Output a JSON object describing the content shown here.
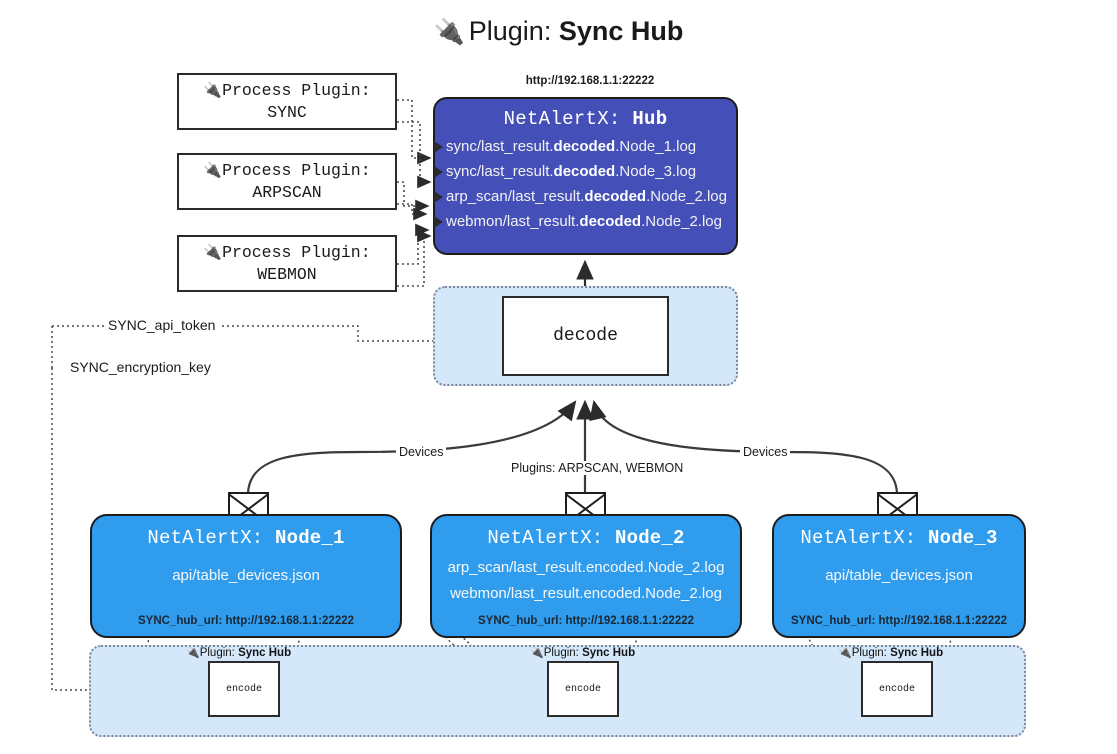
{
  "title": {
    "icon": "plug-icon",
    "glyph": "🔌",
    "prefix": "Plugin: ",
    "name": "Sync Hub"
  },
  "process_plugins": [
    {
      "icon": "plug-icon",
      "glyph": "🔌",
      "line1": "Process Plugin:",
      "line2": "SYNC"
    },
    {
      "icon": "plug-icon",
      "glyph": "🔌",
      "line1": "Process Plugin:",
      "line2": "ARPSCAN"
    },
    {
      "icon": "plug-icon",
      "glyph": "🔌",
      "line1": "Process Plugin:",
      "line2": "WEBMON"
    }
  ],
  "hub": {
    "url": "http://192.168.1.1:22222",
    "title_prefix": "NetAlertX: ",
    "title_name": "Hub",
    "rows": [
      {
        "pre": "sync/last_result.",
        "strong": "decoded",
        "post": ".Node_1.log"
      },
      {
        "pre": "sync/last_result.",
        "strong": "decoded",
        "post": ".Node_3.log"
      },
      {
        "pre": "arp_scan/last_result.",
        "strong": "decoded",
        "post": ".Node_2.log"
      },
      {
        "pre": "webmon/last_result.",
        "strong": "decoded",
        "post": ".Node_2.log"
      }
    ]
  },
  "decode": {
    "label": "decode"
  },
  "tokens": [
    {
      "label": "SYNC_api_token"
    },
    {
      "label": "SYNC_encryption_key"
    }
  ],
  "edge_labels": {
    "devices_left": "Devices",
    "devices_right": "Devices",
    "plugins_center": "Plugins: ARPSCAN, WEBMON"
  },
  "nodes": [
    {
      "title_prefix": "NetAlertX: ",
      "title_name": "Node_1",
      "lines": [
        "api/table_devices.json"
      ],
      "footer": "SYNC_hub_url: http://192.168.1.1:22222",
      "envelope_icon": "envelope-icon"
    },
    {
      "title_prefix": "NetAlertX: ",
      "title_name": "Node_2",
      "lines": [
        "arp_scan/last_result.encoded.Node_2.log",
        "webmon/last_result.encoded.Node_2.log"
      ],
      "footer": "SYNC_hub_url: http://192.168.1.1:22222",
      "envelope_icon": "envelope-icon"
    },
    {
      "title_prefix": "NetAlertX: ",
      "title_name": "Node_3",
      "lines": [
        "api/table_devices.json"
      ],
      "footer": "SYNC_hub_url: http://192.168.1.1:22222",
      "envelope_icon": "envelope-icon"
    }
  ],
  "encoders": [
    {
      "tag_icon": "plug-icon",
      "tag_glyph": "🔌",
      "tag_prefix": "Plugin: ",
      "tag_name": "Sync Hub",
      "label": "encode"
    },
    {
      "tag_icon": "plug-icon",
      "tag_glyph": "🔌",
      "tag_prefix": "Plugin: ",
      "tag_name": "Sync Hub",
      "label": "encode"
    },
    {
      "tag_icon": "plug-icon",
      "tag_glyph": "🔌",
      "tag_prefix": "Plugin: ",
      "tag_name": "Sync Hub",
      "label": "encode"
    }
  ],
  "colors": {
    "hub_fill": "#4450b8",
    "node_fill": "#2f9ced",
    "zone_fill": "#d4e8fa",
    "stroke": "#1d1d1d",
    "dotted": "#7d8796"
  }
}
